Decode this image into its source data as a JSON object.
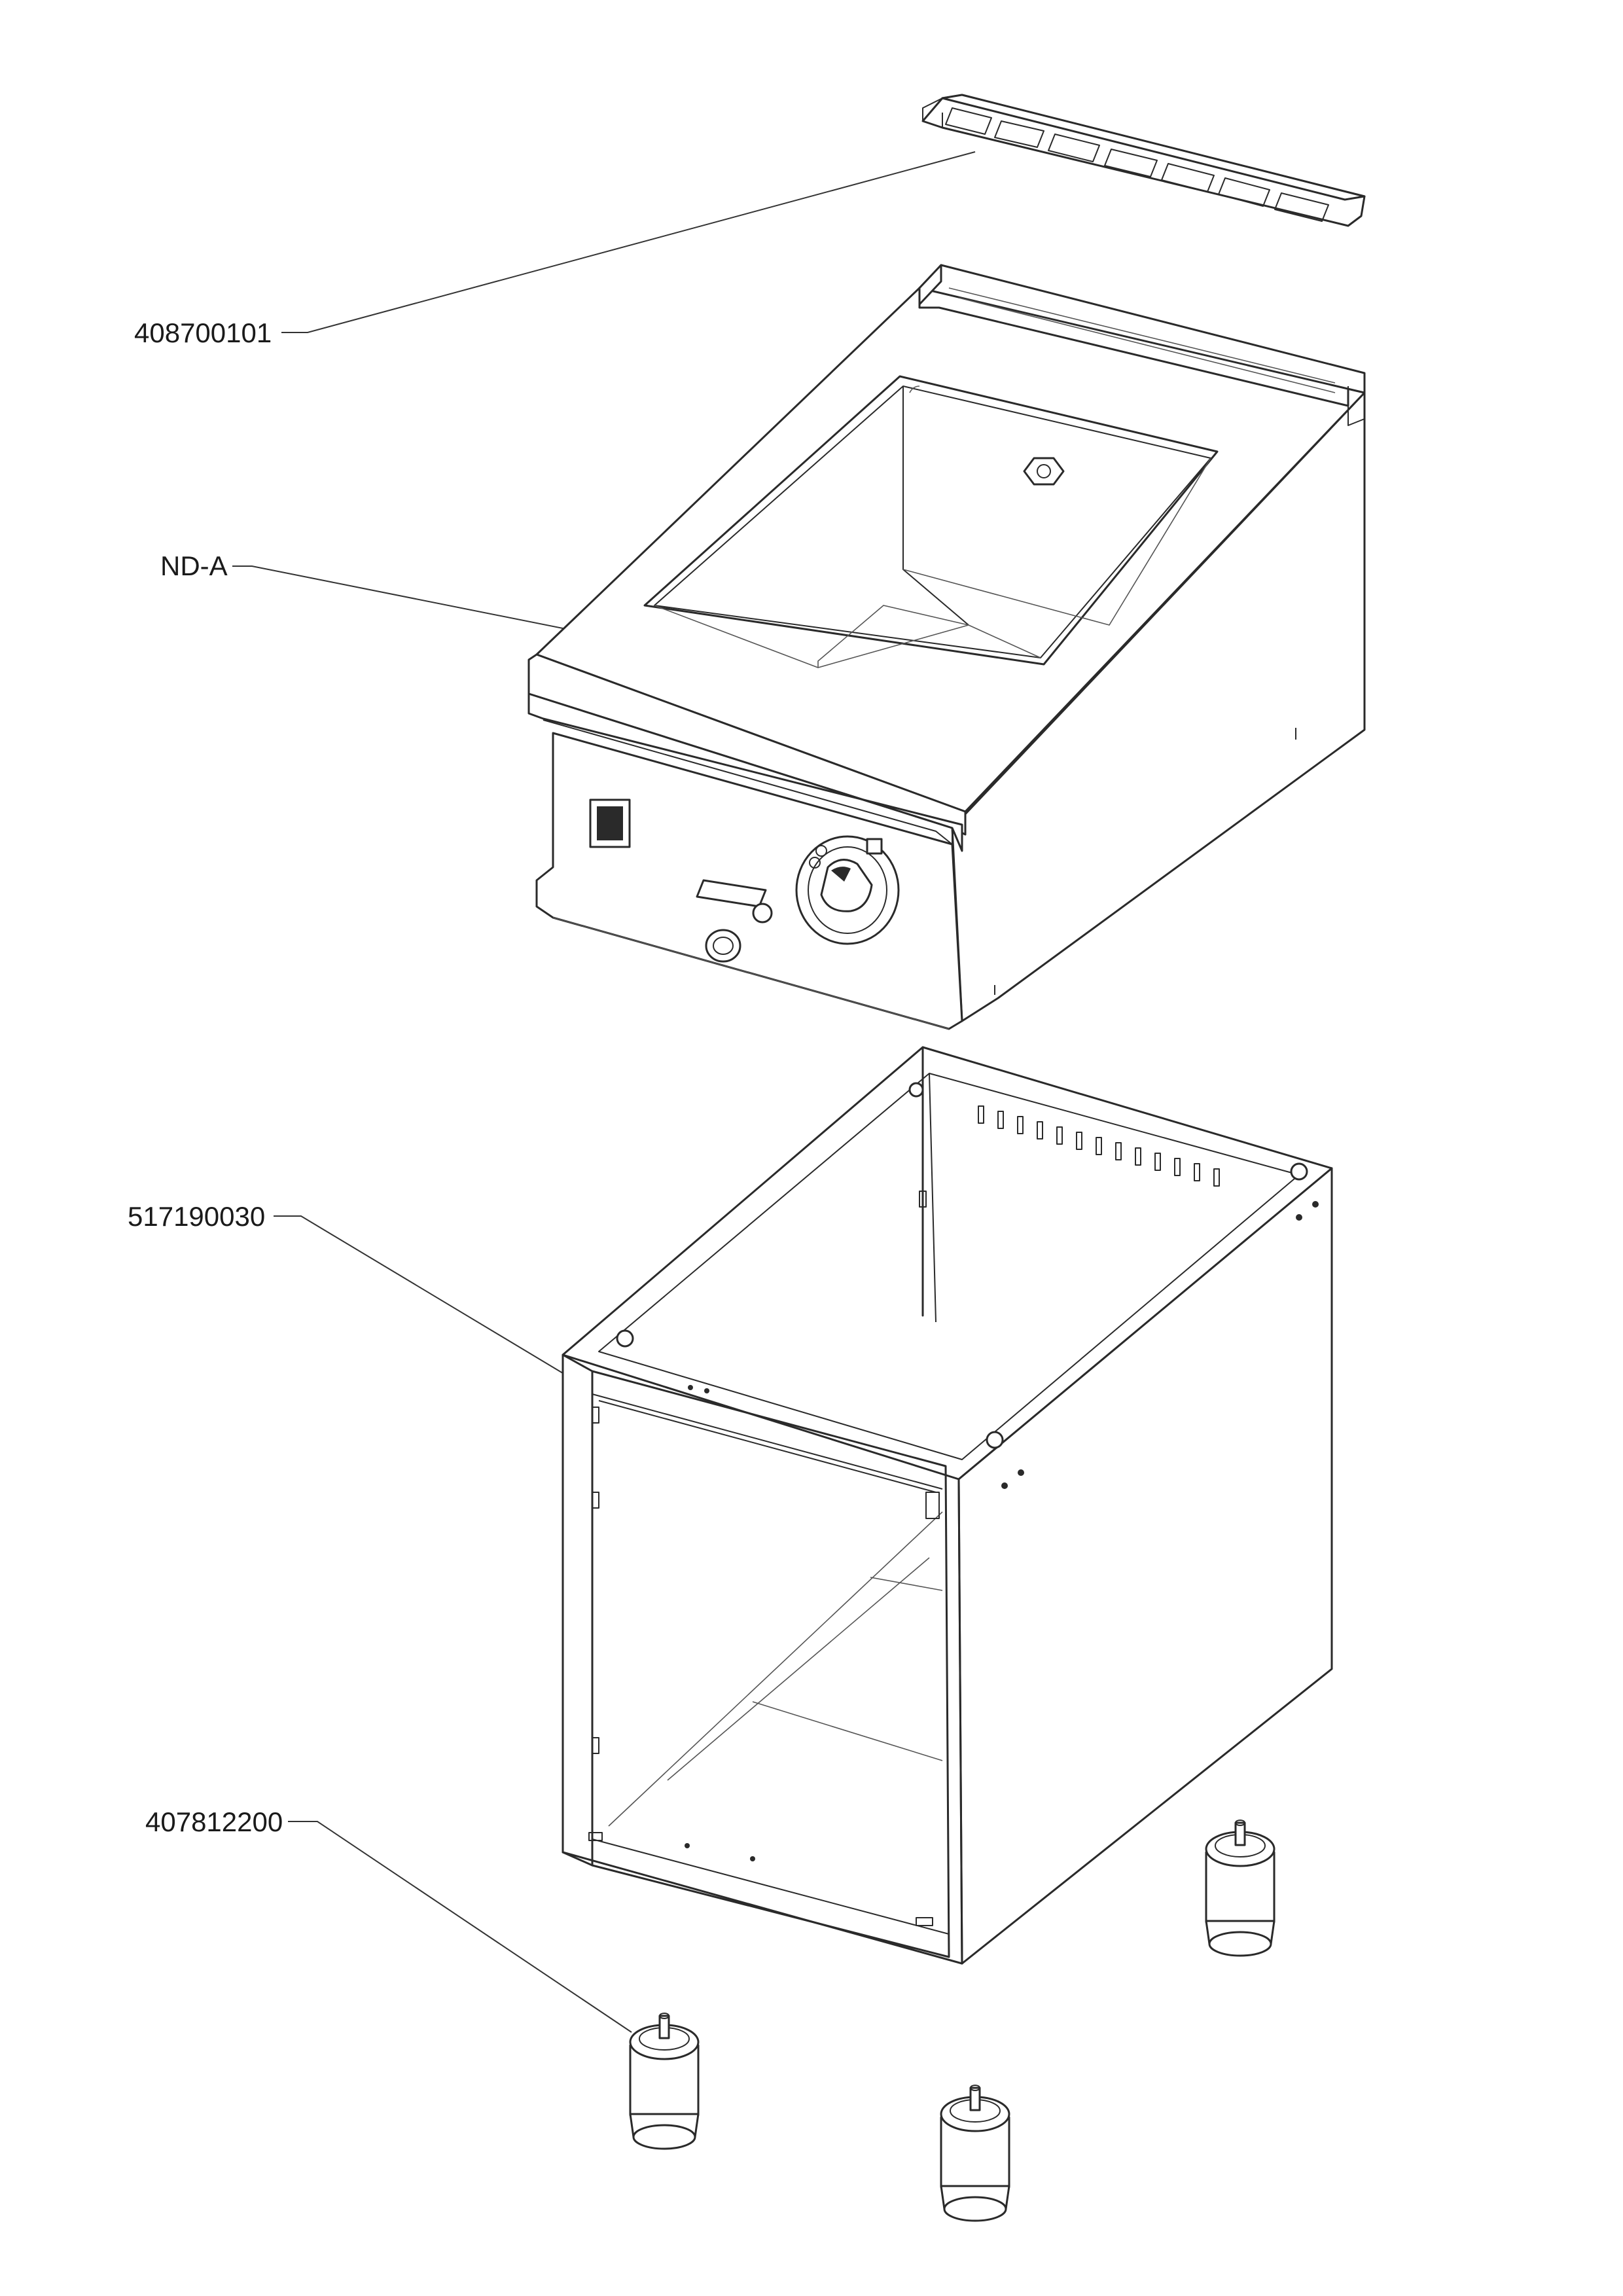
{
  "diagram": {
    "callouts": [
      {
        "id": "ballast",
        "label": "408700101"
      },
      {
        "id": "unit",
        "label": "ND-A"
      },
      {
        "id": "base",
        "label": "517190030"
      },
      {
        "id": "feet",
        "label": "407812200"
      }
    ]
  },
  "colors": {
    "line": "#2a2a2a",
    "background": "#ffffff"
  }
}
